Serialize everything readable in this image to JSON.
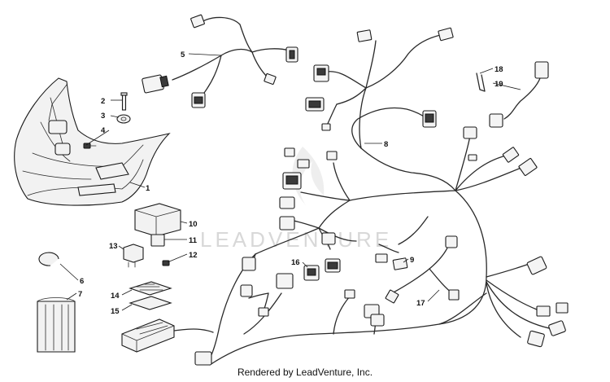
{
  "diagram": {
    "watermark_text": "LEADVENTURE",
    "credit_text": "Rendered by LeadVenture, Inc.",
    "callouts": [
      {
        "id": "c1",
        "label": "1"
      },
      {
        "id": "c2",
        "label": "2"
      },
      {
        "id": "c3",
        "label": "3"
      },
      {
        "id": "c4",
        "label": "4"
      },
      {
        "id": "c5",
        "label": "5"
      },
      {
        "id": "c6",
        "label": "6"
      },
      {
        "id": "c7",
        "label": "7"
      },
      {
        "id": "c8",
        "label": "8"
      },
      {
        "id": "c9",
        "label": "9"
      },
      {
        "id": "c10",
        "label": "10"
      },
      {
        "id": "c11",
        "label": "11"
      },
      {
        "id": "c12",
        "label": "12"
      },
      {
        "id": "c13",
        "label": "13"
      },
      {
        "id": "c14",
        "label": "14"
      },
      {
        "id": "c15",
        "label": "15"
      },
      {
        "id": "c16",
        "label": "16"
      },
      {
        "id": "c17",
        "label": "17"
      },
      {
        "id": "c18",
        "label": "18"
      },
      {
        "id": "c19",
        "label": "19"
      }
    ]
  }
}
